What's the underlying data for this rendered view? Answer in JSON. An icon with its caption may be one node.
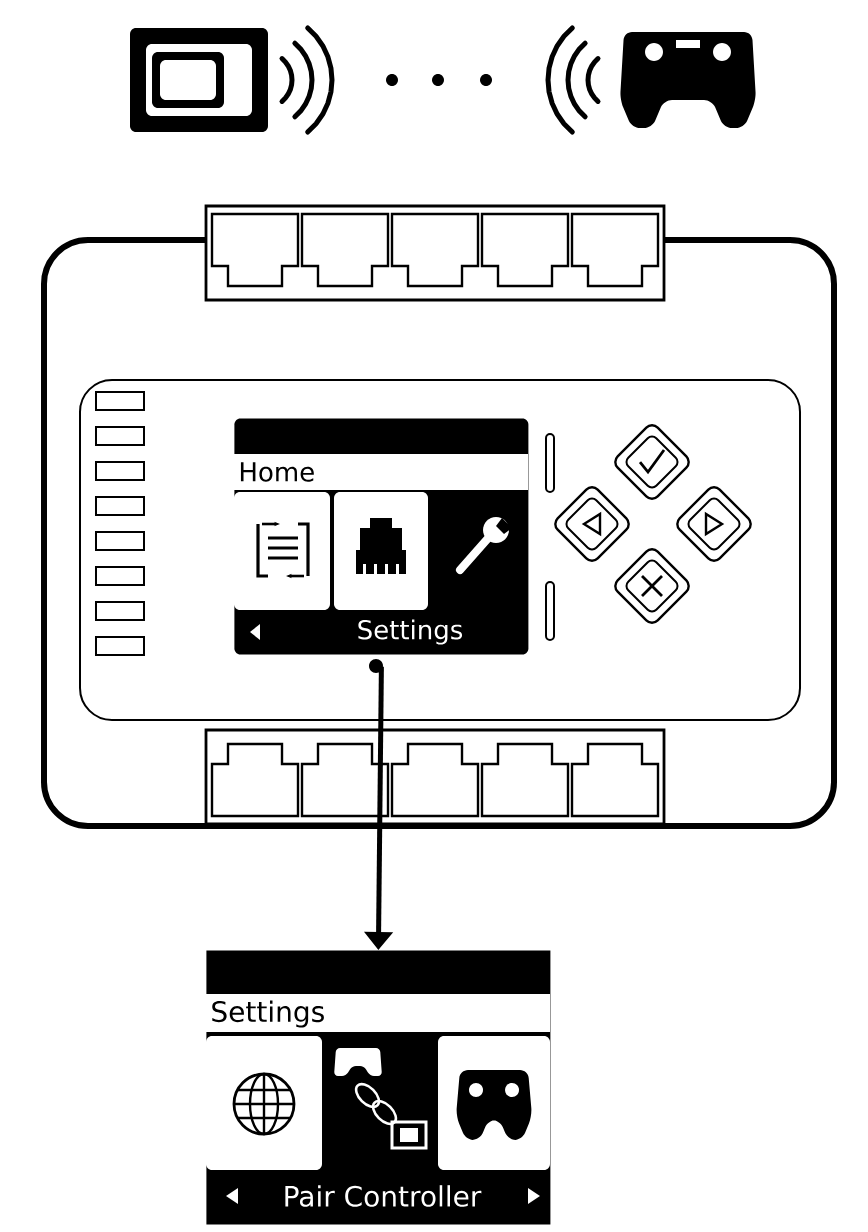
{
  "diagram": {
    "nodes": [
      {
        "text": [
          "Home",
          "Settings"
        ]
      },
      {
        "text": [
          "Settings",
          "Pair Controller"
        ]
      }
    ],
    "edges": [
      {
        "from": 0,
        "to": 1,
        "arrow": "to"
      }
    ]
  }
}
